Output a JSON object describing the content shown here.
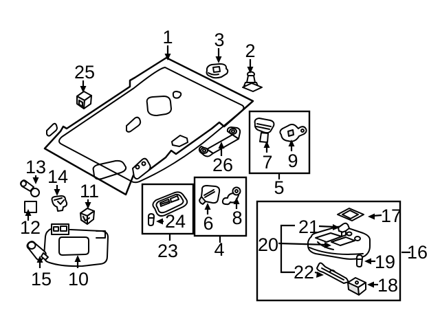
{
  "diagram": {
    "kind": "exploded-parts-diagram",
    "background_color": "#ffffff",
    "line_color": "#000000",
    "shade_color": "#e2e2e2"
  },
  "callouts": {
    "c1": "1",
    "c2": "2",
    "c3": "3",
    "c4": "4",
    "c5": "5",
    "c6": "6",
    "c7": "7",
    "c8": "8",
    "c9": "9",
    "c10": "10",
    "c11": "11",
    "c12": "12",
    "c13": "13",
    "c14": "14",
    "c15": "15",
    "c16": "16",
    "c17": "17",
    "c18": "18",
    "c19": "19",
    "c20": "20",
    "c21": "21",
    "c22": "22",
    "c23": "23",
    "c24": "24",
    "c25": "25",
    "c26": "26"
  }
}
